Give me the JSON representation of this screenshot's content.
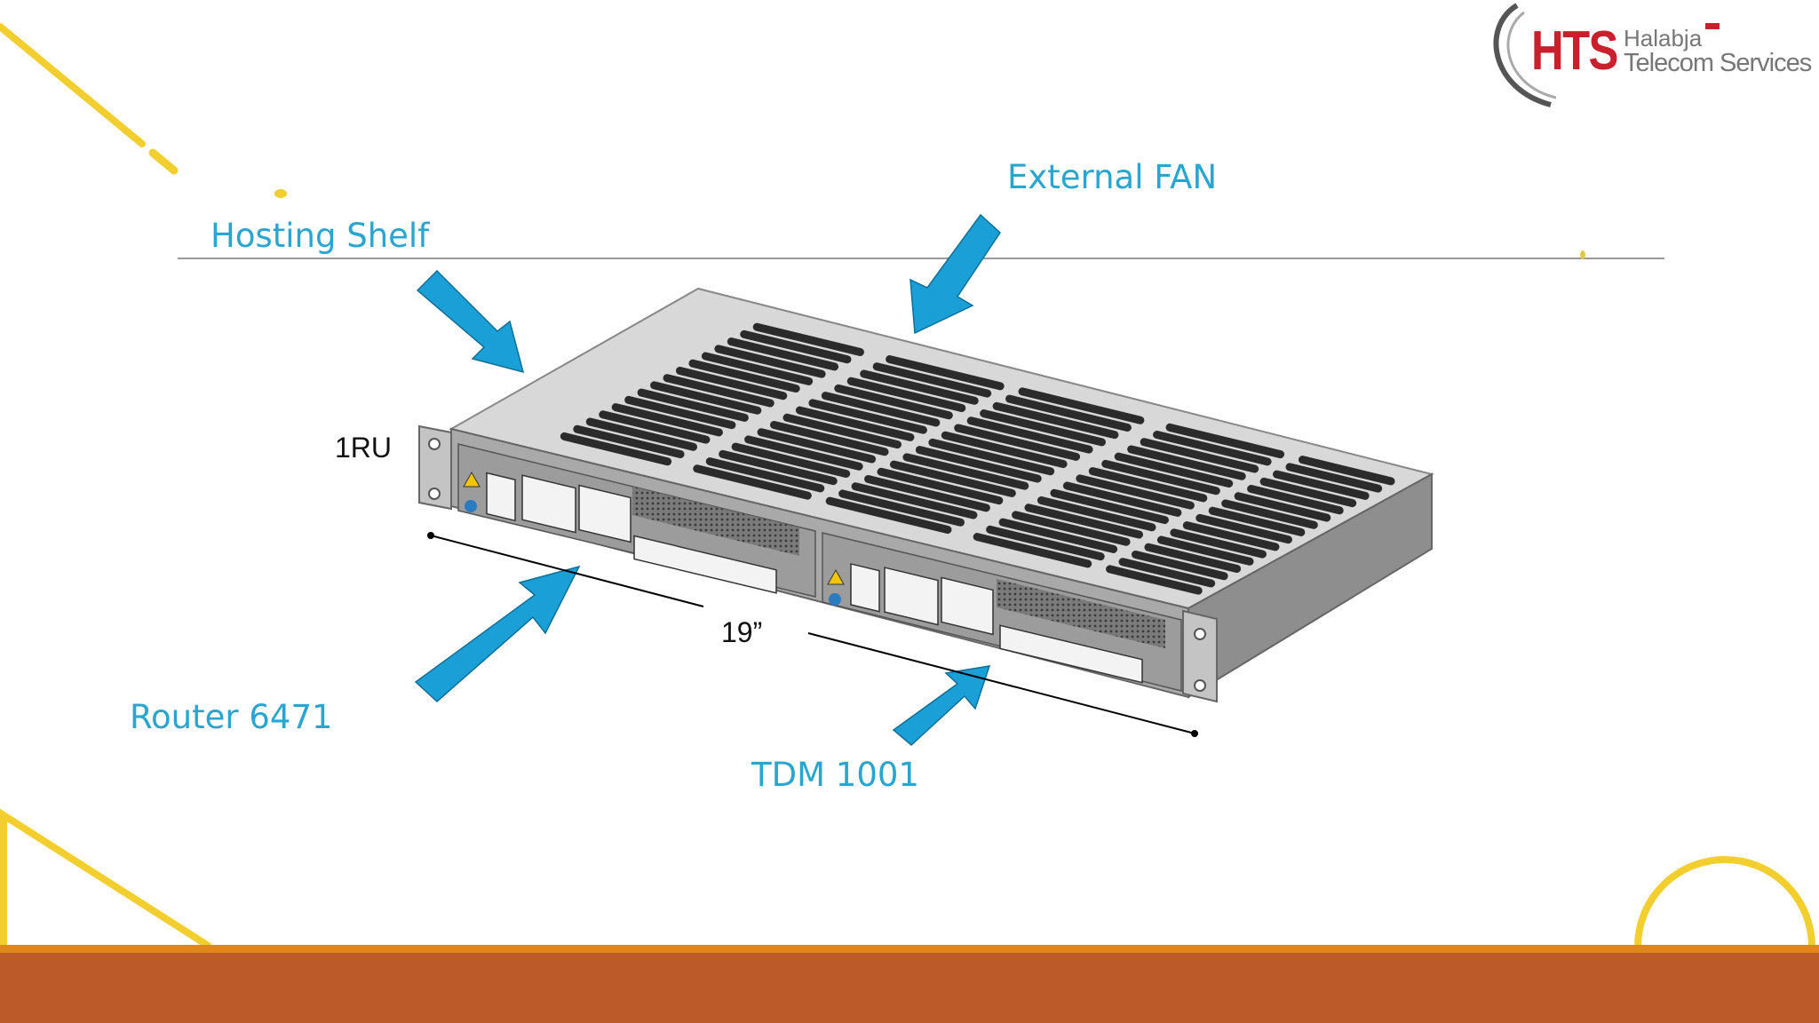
{
  "logo": {
    "brand": "HTS",
    "line1": "Halabja",
    "line2": "Telecom Services"
  },
  "labels": {
    "external_fan": "External FAN",
    "hosting_shelf": "Hosting Shelf",
    "router": "Router 6471",
    "tdm": "TDM 1001",
    "rack_unit": "1RU",
    "width": "19”"
  },
  "colors": {
    "accent": "#2AA5D0",
    "footer": "#BD5A2A",
    "footer_stripe": "#E0861E",
    "decor": "#F2CE2E"
  }
}
